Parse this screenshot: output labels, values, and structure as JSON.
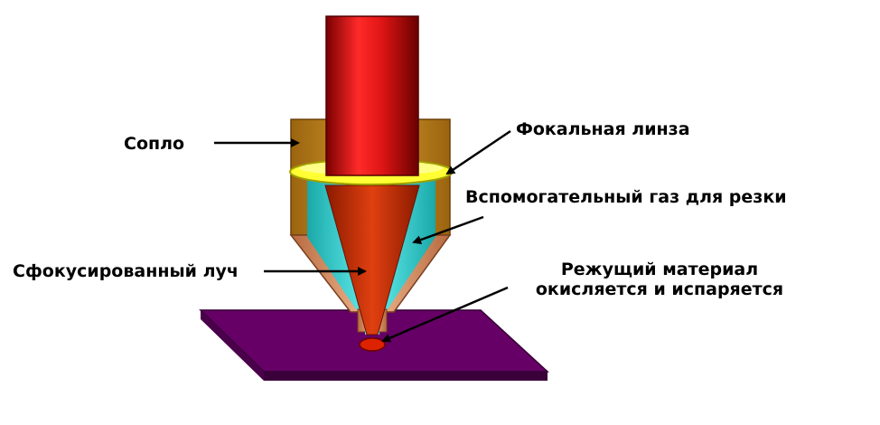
{
  "labels": {
    "nozzle": "Сопло",
    "focal_lens": "Фокальная линза",
    "assist_gas": "Вспомогательный газ для резки",
    "focused_beam": "Сфокусированный луч",
    "material_line1": "Режущий материал",
    "material_line2": "окисляется и испаряется"
  },
  "colors": {
    "laser_tube": "#d01010",
    "nozzle_body": "#c8861c",
    "lens": "#ffff33",
    "gas": "#33cccc",
    "beam": "#cc3300",
    "workpiece": "#660066",
    "workpiece_edge": "#330033",
    "nozzle_tip": "#e8a070",
    "arrow": "#000000"
  }
}
